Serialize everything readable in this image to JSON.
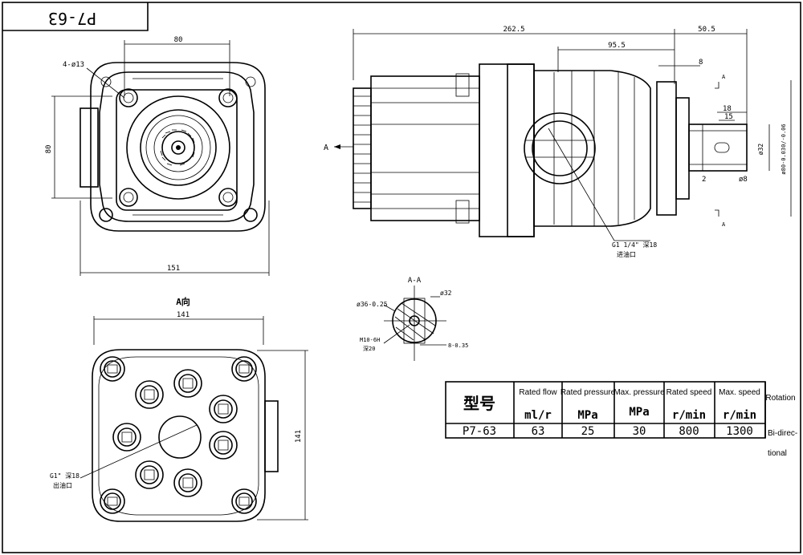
{
  "title_box": {
    "text": "P7-63"
  },
  "front_view": {
    "dim_top": "80",
    "dim_left": "80",
    "dim_bottom": "151",
    "hole_label": "4-ø13"
  },
  "side_view": {
    "dim_overall": "262.5",
    "dim_shaft": "50.5",
    "dim_mid": "95.5",
    "dim_8": "8",
    "dim_18": "18",
    "dim_15": "15",
    "dim_2": "2",
    "dim_d8": "ø8",
    "dim_d32": "ø32",
    "dim_d80": "ø80-0.030/-0.06",
    "section_mark": "A",
    "view_arrow": "A",
    "inlet_label_1": "G1 1/4\" 深18",
    "inlet_label_2": "进油口"
  },
  "rear_view": {
    "title": "A向",
    "dim_top": "141",
    "dim_right": "141",
    "outlet_label_1": "G1\" 深18",
    "outlet_label_2": "出油口"
  },
  "section": {
    "title": "A-A",
    "d32": "ø32",
    "d36": "ø36-0.25",
    "m10": "M10-6H",
    "depth": "深20",
    "key": "8-0.35"
  },
  "spec_table": {
    "headers": [
      "型号",
      "Rated flow",
      "Rated pressure",
      "Max. pressure",
      "Rated speed",
      "Max. speed",
      "Rotation"
    ],
    "units": [
      "",
      "ml/r",
      "MPa",
      "MPa",
      "r/min",
      "r/min",
      ""
    ],
    "row": [
      "P7-63",
      "63",
      "25",
      "30",
      "800",
      "1300",
      "Bi-direc-"
    ],
    "rotation_cont": "tional"
  }
}
